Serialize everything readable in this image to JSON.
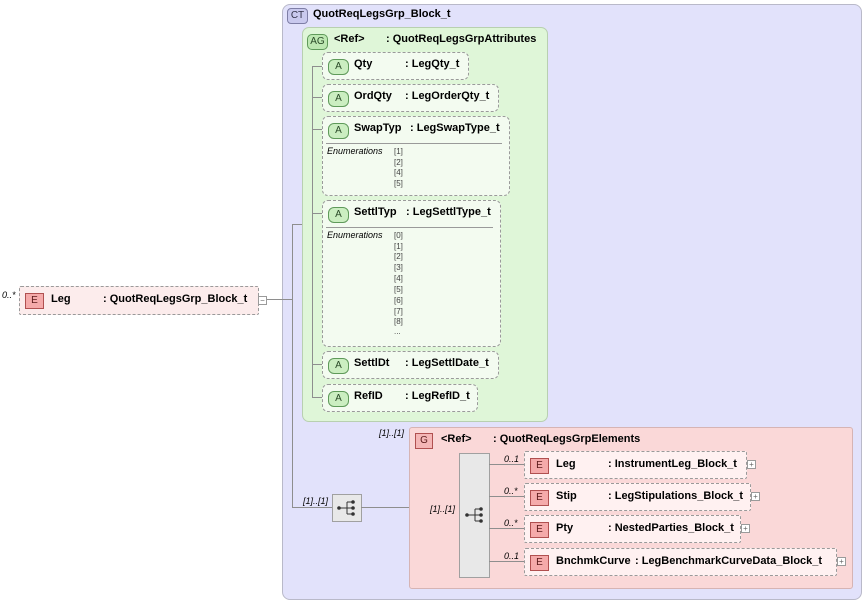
{
  "complex_type": {
    "badge": "CT",
    "name": "QuotReqLegsGrp_Block_t"
  },
  "attribute_group": {
    "badge": "AG",
    "ref": "<Ref>",
    "name": ": QuotReqLegsGrpAttributes"
  },
  "attributes": [
    {
      "badge": "A",
      "name": "Qty",
      "type": ": LegQty_t"
    },
    {
      "badge": "A",
      "name": "OrdQty",
      "type": ": LegOrderQty_t"
    },
    {
      "badge": "A",
      "name": "SwapTyp",
      "type": ": LegSwapType_t",
      "enum_label": "Enumerations",
      "enum_values": [
        "[1]",
        "[2]",
        "[4]",
        "[5]"
      ]
    },
    {
      "badge": "A",
      "name": "SettlTyp",
      "type": ": LegSettlType_t",
      "enum_label": "Enumerations",
      "enum_values": [
        "[0]",
        "[1]",
        "[2]",
        "[3]",
        "[4]",
        "[5]",
        "[6]",
        "[7]",
        "[8]",
        "..."
      ]
    },
    {
      "badge": "A",
      "name": "SettlDt",
      "type": ": LegSettlDate_t"
    },
    {
      "badge": "A",
      "name": "RefID",
      "type": ": LegRefID_t"
    }
  ],
  "root_element": {
    "badge": "E",
    "cardinality": "0..*",
    "name": "Leg",
    "type": ": QuotReqLegsGrp_Block_t",
    "expander": "−"
  },
  "outer_sequence": {
    "cardinality": "[1]..[1]"
  },
  "group": {
    "badge": "G",
    "cardinality": "[1]..[1]",
    "ref": "<Ref>",
    "name": ": QuotReqLegsGrpElements"
  },
  "inner_sequence": {
    "cardinality": "[1]..[1]"
  },
  "elements": [
    {
      "badge": "E",
      "cardinality": "0..1",
      "name": "Leg",
      "type": ": InstrumentLeg_Block_t",
      "expander": "+"
    },
    {
      "badge": "E",
      "cardinality": "0..*",
      "name": "Stip",
      "type": ": LegStipulations_Block_t",
      "expander": "+"
    },
    {
      "badge": "E",
      "cardinality": "0..*",
      "name": "Pty",
      "type": ": NestedParties_Block_t",
      "expander": "+"
    },
    {
      "badge": "E",
      "cardinality": "0..1",
      "name": "BnchmkCurve",
      "type": ": LegBenchmarkCurveData_Block_t",
      "expander": "+"
    }
  ],
  "colors": {
    "complex_type_bg": "#e2e2fb",
    "attribute_group_bg": "#dff6d8",
    "group_bg": "#fad8d8",
    "element_badge": "#f5aaaa",
    "attribute_badge": "#cbeec1"
  }
}
